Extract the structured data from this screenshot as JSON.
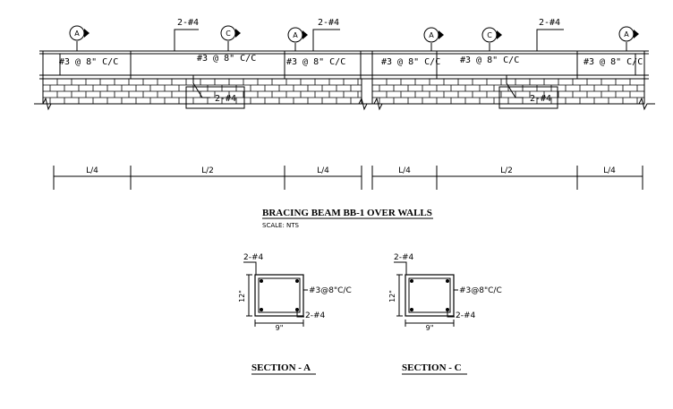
{
  "beam": {
    "segments": [
      {
        "spacing": "#3 @ 8\" C/C",
        "bars": [
          "2-#4",
          "2-#4"
        ]
      },
      {
        "spacing": "#3 @ 8\" C/C",
        "bars": [
          "2-#4",
          "2-#4"
        ]
      }
    ],
    "grid_labels": [
      "A",
      "C",
      "A",
      "A",
      "C",
      "A"
    ],
    "dims": [
      "L/4",
      "L/2",
      "L/4",
      "L/4",
      "L/2",
      "L/4"
    ]
  },
  "title": "BRACING BEAM BB-1 OVER WALLS",
  "scale": "SCALE: NTS",
  "sections": [
    {
      "title": "SECTION - A",
      "top_bars": "2-#4",
      "bottom_bars": "2-#4",
      "stirrups": "#3@8\"C/C",
      "height": "12\"",
      "width": "9\""
    },
    {
      "title": "SECTION - C",
      "top_bars": "2-#4",
      "bottom_bars": "2-#4",
      "stirrups": "#3@8\"C/C",
      "height": "12\"",
      "width": "9\""
    }
  ],
  "colors": {
    "ink": "#000000",
    "paper": "#ffffff"
  }
}
